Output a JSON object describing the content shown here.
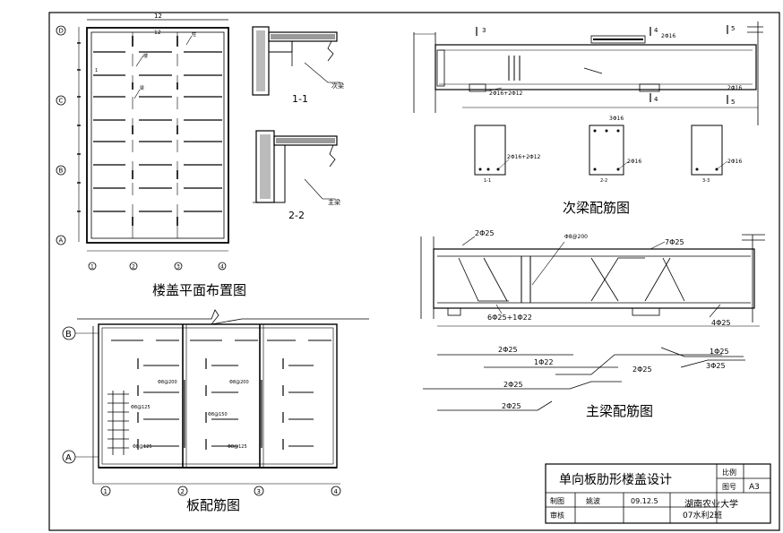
{
  "floor_plan": {
    "title": "楼盖平面布置图",
    "top_dim_outer": "12",
    "top_dim_inner": "12",
    "row_labels": [
      "D",
      "C",
      "B",
      "A"
    ],
    "col_labels": [
      "1",
      "2",
      "3",
      "4"
    ],
    "note_slab": "楼",
    "note_beam": "梁",
    "note_main": "柱",
    "note_edge": "1"
  },
  "section_1": {
    "label": "1-1",
    "callout": "次梁"
  },
  "section_2": {
    "label": "2-2",
    "callout": "主梁"
  },
  "secondary_beam": {
    "title": "次梁配筋图",
    "marks": [
      "3",
      "4",
      "4",
      "5",
      "5"
    ],
    "top_bar": "2Φ16",
    "bottom_bar_left": "2Φ16+2Φ12",
    "bottom_bar_right": "2Φ16",
    "sections": [
      {
        "label": "1-1",
        "bar": "2Φ16+2Φ12",
        "top_bar": ""
      },
      {
        "label": "2-2",
        "bar": "2Φ16",
        "top_bar": "3Φ16"
      },
      {
        "label": "3-3",
        "bar": "2Φ16",
        "top_bar": ""
      }
    ]
  },
  "main_beam": {
    "title": "主梁配筋图",
    "top_left": "2Φ25",
    "stirrup": "Φ8@200",
    "top_right": "7Φ25",
    "bottom": "6Φ25+1Φ22",
    "bottom_right": "4Φ25",
    "bars": [
      "2Φ25",
      "1Φ22",
      "2Φ25",
      "2Φ25",
      "2Φ25",
      "1Φ25",
      "3Φ25"
    ]
  },
  "slab": {
    "title": "板配筋图",
    "row_labels": [
      "B",
      "A"
    ],
    "col_labels": [
      "1",
      "2",
      "3",
      "4"
    ],
    "notes": [
      "Φ8@200",
      "Φ8@200",
      "Φ8@125",
      "Φ8@150",
      "Φ8@125",
      "Φ8@125"
    ]
  },
  "title_block": {
    "project": "单向板肋形楼盖设计",
    "scale_label": "比例",
    "drawing_no_label": "图号",
    "sheet_size": "A3",
    "drawn_label": "制图",
    "checked_label": "审核",
    "drafter": "姚波",
    "date": "09.12.5",
    "school": "湖南农业大学",
    "class": "07水利2班"
  }
}
